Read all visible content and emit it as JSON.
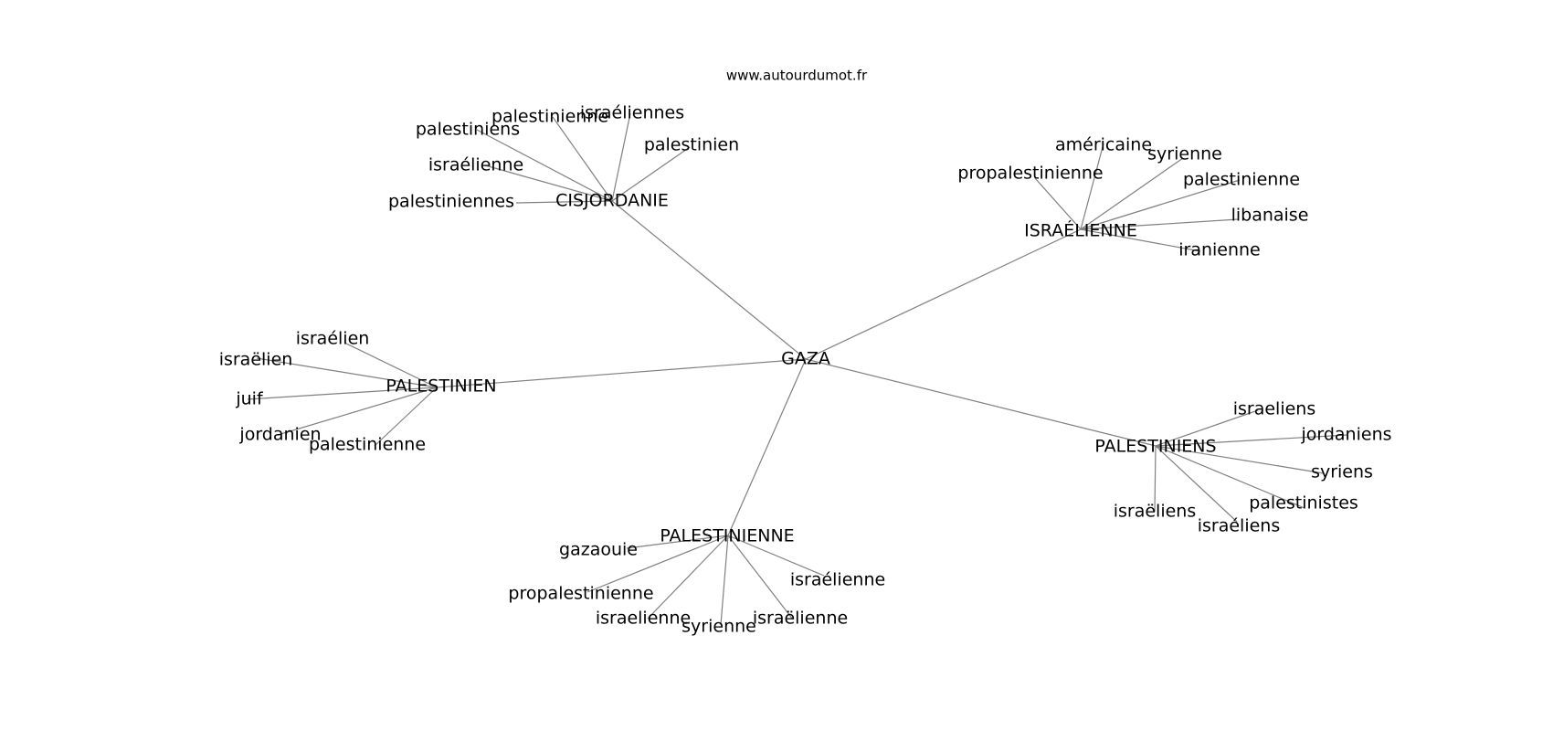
{
  "source": "www.autourdumot.fr",
  "center": "GAZA",
  "hubs": [
    {
      "label": "CISJORDANIE",
      "leaves": [
        "palestiniens",
        "palestinienne",
        "israéliennes",
        "palestinien",
        "israélienne",
        "palestiniennes"
      ]
    },
    {
      "label": "ISRAÉLIENNE",
      "leaves": [
        "américaine",
        "syrienne",
        "propalestinienne",
        "palestinienne",
        "libanaise",
        "iranienne"
      ]
    },
    {
      "label": "PALESTINIEN",
      "leaves": [
        "israélien",
        "israëlien",
        "juif",
        "jordanien",
        "palestinienne"
      ]
    },
    {
      "label": "PALESTINIENS",
      "leaves": [
        "israeliens",
        "jordaniens",
        "syriens",
        "palestinistes",
        "israëliens",
        "israéliens"
      ]
    },
    {
      "label": "PALESTINIENNE",
      "leaves": [
        "gazaouie",
        "propalestinienne",
        "israélienne",
        "israelienne",
        "israëlienne",
        "syrienne"
      ]
    }
  ]
}
